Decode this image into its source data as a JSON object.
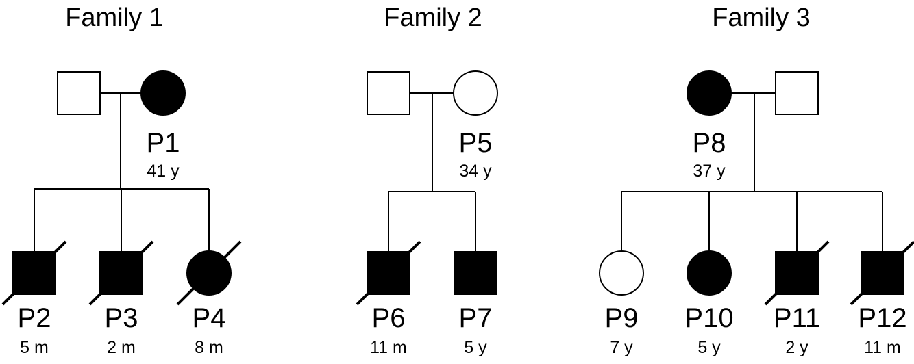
{
  "families": [
    {
      "title": "Family 1",
      "parents": [
        {
          "sex": "male",
          "affected": false,
          "deceased": false,
          "id": "",
          "age": ""
        },
        {
          "sex": "female",
          "affected": true,
          "deceased": false,
          "id": "P1",
          "age": "41 y"
        }
      ],
      "children": [
        {
          "sex": "male",
          "affected": true,
          "deceased": true,
          "id": "P2",
          "age": "5 m"
        },
        {
          "sex": "male",
          "affected": true,
          "deceased": true,
          "id": "P3",
          "age": "2 m"
        },
        {
          "sex": "female",
          "affected": true,
          "deceased": true,
          "id": "P4",
          "age": "8 m"
        }
      ]
    },
    {
      "title": "Family 2",
      "parents": [
        {
          "sex": "male",
          "affected": false,
          "deceased": false,
          "id": "",
          "age": ""
        },
        {
          "sex": "female",
          "affected": false,
          "deceased": false,
          "id": "P5",
          "age": "34 y"
        }
      ],
      "children": [
        {
          "sex": "male",
          "affected": true,
          "deceased": true,
          "id": "P6",
          "age": "11 m"
        },
        {
          "sex": "male",
          "affected": true,
          "deceased": false,
          "id": "P7",
          "age": "5 y"
        }
      ]
    },
    {
      "title": "Family 3",
      "parents": [
        {
          "sex": "female",
          "affected": true,
          "deceased": false,
          "id": "P8",
          "age": "37 y"
        },
        {
          "sex": "male",
          "affected": false,
          "deceased": false,
          "id": "",
          "age": ""
        }
      ],
      "children": [
        {
          "sex": "female",
          "affected": false,
          "deceased": false,
          "id": "P9",
          "age": "7 y"
        },
        {
          "sex": "female",
          "affected": true,
          "deceased": false,
          "id": "P10",
          "age": "5 y"
        },
        {
          "sex": "male",
          "affected": true,
          "deceased": true,
          "id": "P11",
          "age": "2 y"
        },
        {
          "sex": "male",
          "affected": true,
          "deceased": true,
          "id": "P12",
          "age": "11 m"
        }
      ]
    }
  ]
}
